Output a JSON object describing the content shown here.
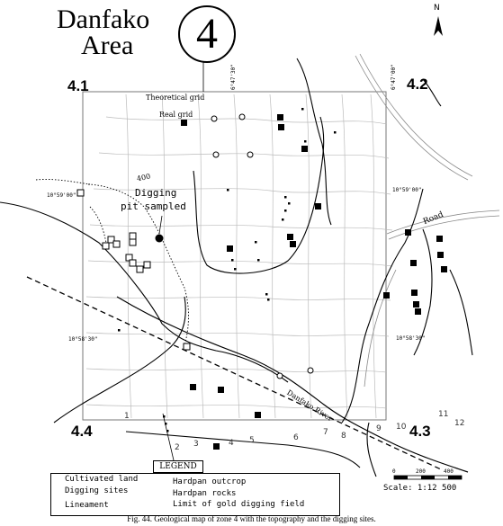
{
  "title": {
    "line1": "Danfako",
    "line2": "Area",
    "zone_number": "4"
  },
  "north": "N",
  "corners": {
    "top_left": "4.1",
    "top_right": "4.2",
    "bottom_left": "4.4",
    "bottom_right": "4.3"
  },
  "labels": {
    "theoretical_grid": "Theoretical grid",
    "real_grid": "Real grid",
    "contour_400": "400",
    "digging_pit_line1": "Digging",
    "digging_pit_line2": "pit sampled",
    "road": "Road",
    "river": "Danfako River"
  },
  "coords": {
    "lat_top_left": "10°59'00\"",
    "lat_top_right": "10°59'00\"",
    "lat_bottom_left": "10°58'30\"",
    "lat_bottom_right": "10°58'30\"",
    "lon_top_left": "6°47'30\"",
    "lon_top_right": "6°47'00\""
  },
  "grid_numbers": [
    "1",
    "2",
    "3",
    "4",
    "5",
    "6",
    "7",
    "8",
    "9",
    "10",
    "11",
    "12"
  ],
  "legend": {
    "title": "LEGEND",
    "cultivated": "Cultivated land",
    "digging_sites": "Digging sites",
    "lineament": "Lineament",
    "hardpan_outcrop": "Hardpan outcrop",
    "hardpan_rocks": "Hardpan rocks",
    "limit_gold": "Limit of gold digging field"
  },
  "scale": {
    "text": "Scale: 1:12 500",
    "bar_labels": [
      "0",
      "200",
      "400"
    ]
  },
  "caption": "Fig. 44. Geological map of zone 4 with the topography and the digging sites."
}
